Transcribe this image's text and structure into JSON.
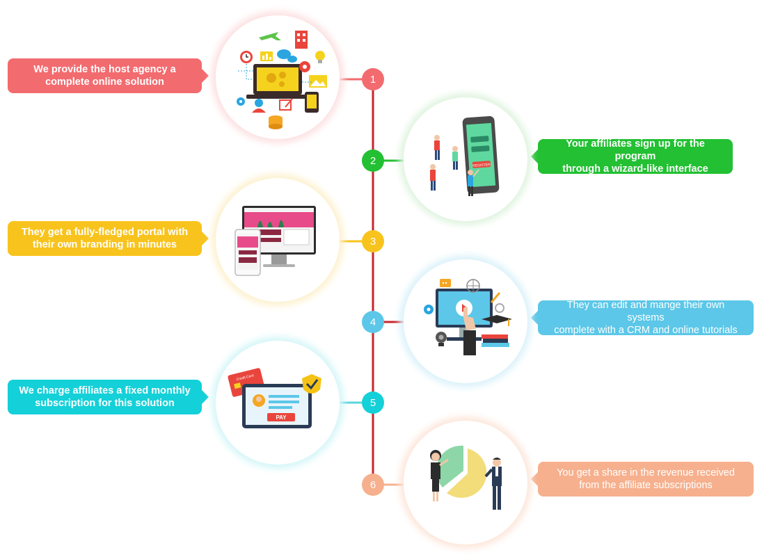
{
  "steps": [
    {
      "number": "1",
      "color": "#f26b6f",
      "lines": [
        "We provide the host agency a",
        "complete online solution"
      ]
    },
    {
      "number": "2",
      "color": "#22c032",
      "lines": [
        "Your affiliates sign up for the program",
        "through a wizard-like interface"
      ]
    },
    {
      "number": "3",
      "color": "#f8c31c",
      "lines": [
        "They get a fully-fledged portal with",
        "their own branding in minutes"
      ]
    },
    {
      "number": "4",
      "color": "#5cc7e8",
      "lines": [
        "They can edit and mange their own systems",
        "complete with a CRM and online tutorials"
      ]
    },
    {
      "number": "5",
      "color": "#14d0d8",
      "lines": [
        "We charge affiliates a fixed monthly",
        "subscription for this solution"
      ]
    },
    {
      "number": "6",
      "color": "#f6b08d",
      "lines": [
        "You get a share in the revenue received",
        "from the affiliate subscriptions"
      ]
    }
  ],
  "illustrations": {
    "step2_button_text": "REGISTER",
    "step5_card_text": "Credit Card",
    "step5_pay_text": "PAY"
  },
  "colors": {
    "timeline_line": "#c8252b"
  }
}
